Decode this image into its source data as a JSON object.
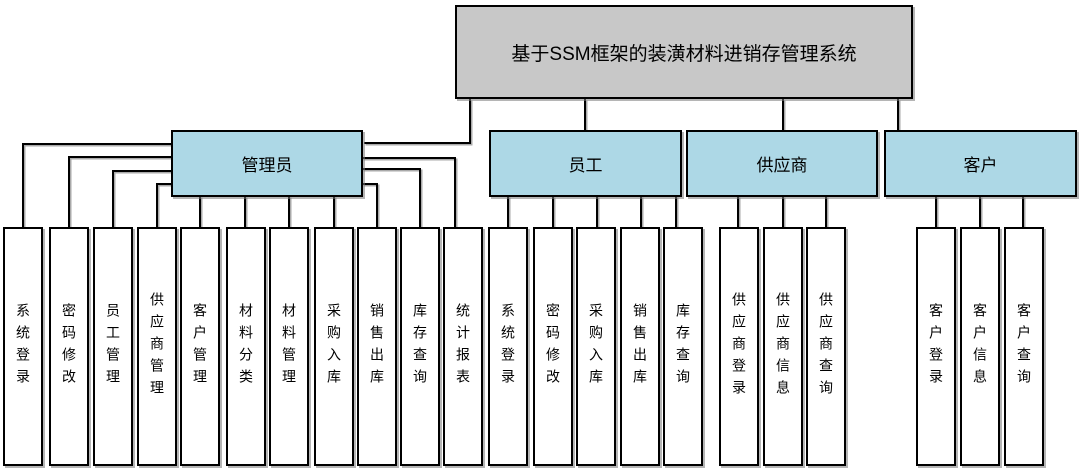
{
  "diagram": {
    "title": "基于SSM框架的装潢材料进销存管理系统",
    "colors": {
      "background": "#ffffff",
      "title_fill": "#c8c8c8",
      "role_fill": "#add8e6",
      "leaf_fill": "#ffffff",
      "border": "#000000",
      "line": "#000000"
    },
    "roles": [
      {
        "label": "管理员",
        "leaves": [
          "系统登录",
          "密码修改",
          "员工管理",
          "供应商管理",
          "客户管理",
          "材料分类",
          "材料管理",
          "采购入库",
          "销售出库",
          "库存查询",
          "统计报表"
        ]
      },
      {
        "label": "员工",
        "leaves": [
          "系统登录",
          "密码修改",
          "采购入库",
          "销售出库",
          "库存查询"
        ]
      },
      {
        "label": "供应商",
        "leaves": [
          "供应商登录",
          "供应商信息",
          "供应商查询"
        ]
      },
      {
        "label": "客户",
        "leaves": [
          "客户登录",
          "客户信息",
          "客户查询"
        ]
      }
    ]
  }
}
